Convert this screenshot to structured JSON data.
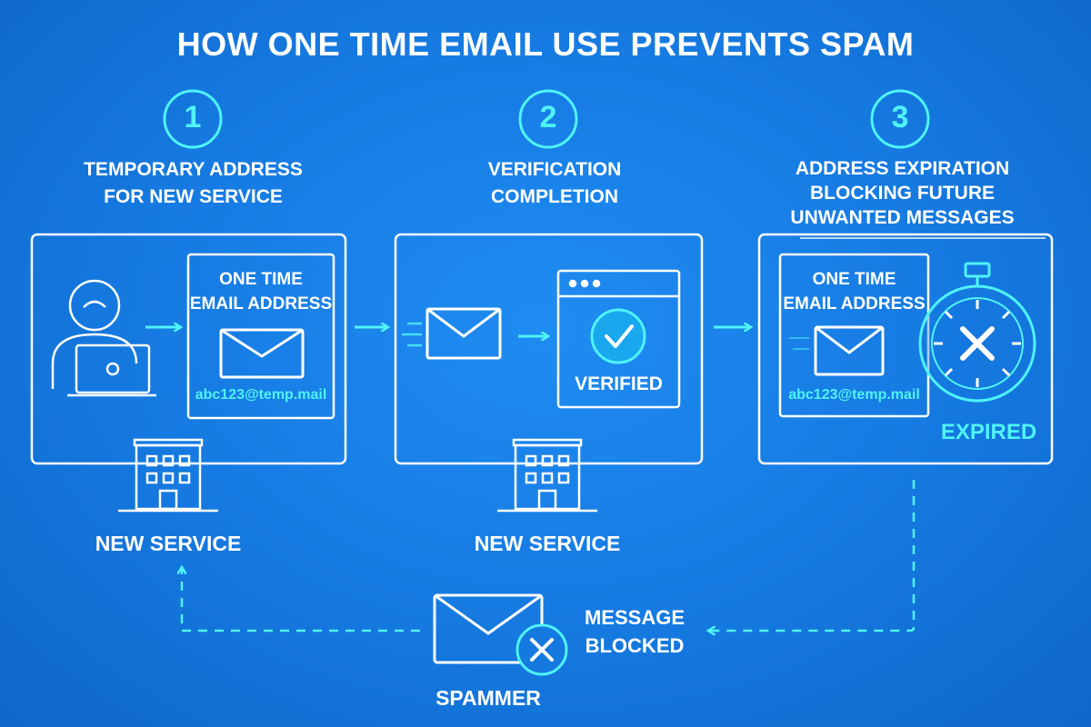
{
  "title": "HOW ONE TIME EMAIL USE PREVENTS SPAM",
  "steps": [
    {
      "number": "1",
      "label": "TEMPORARY ADDRESS\nFOR NEW SERVICE"
    },
    {
      "number": "2",
      "label": "VERIFICATION\nCOMPLETION"
    },
    {
      "number": "3",
      "label": "ADDRESS EXPIRATION\nBLOCKING FUTURE\nUNWANTED MESSAGES"
    }
  ],
  "panel1": {
    "card_title": "ONE TIME\nEMAIL ADDRESS",
    "email": "abc123@temp.mail",
    "service_label": "NEW SERVICE"
  },
  "panel2": {
    "verified_label": "VERIFIED",
    "service_label": "NEW SERVICE"
  },
  "panel3": {
    "card_title": "ONE TIME\nEMAIL ADDRESS",
    "email": "abc123@temp.mail",
    "expired_label": "EXPIRED"
  },
  "bottom": {
    "blocked_label": "MESSAGE\nBLOCKED",
    "spammer_label": "SPAMMER"
  },
  "colors": {
    "background": "#1579e0",
    "line": "#ffffff",
    "accent": "#4ff3f7"
  },
  "icons": [
    "user-laptop-icon",
    "envelope-icon",
    "building-icon",
    "browser-window-icon",
    "checkmark-icon",
    "stopwatch-icon",
    "x-icon",
    "arrow-right-icon",
    "arrow-up-icon",
    "arrow-left-icon"
  ]
}
